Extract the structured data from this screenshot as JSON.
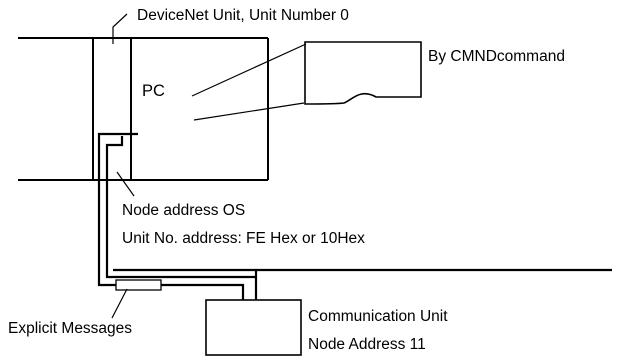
{
  "labels": {
    "devicenet_unit": "DeviceNet Unit, Unit Number 0",
    "pc": "PC",
    "cmnd_command": "By CMNDcommand",
    "node_address_os": "Node address OS",
    "unit_no_address": "Unit No. address: FE Hex or 10Hex",
    "explicit_messages": "Explicit Messages",
    "communication_unit": "Communication Unit",
    "node_address_11": "Node Address 11"
  },
  "colors": {
    "line": "#000000",
    "background": "#ffffff"
  }
}
